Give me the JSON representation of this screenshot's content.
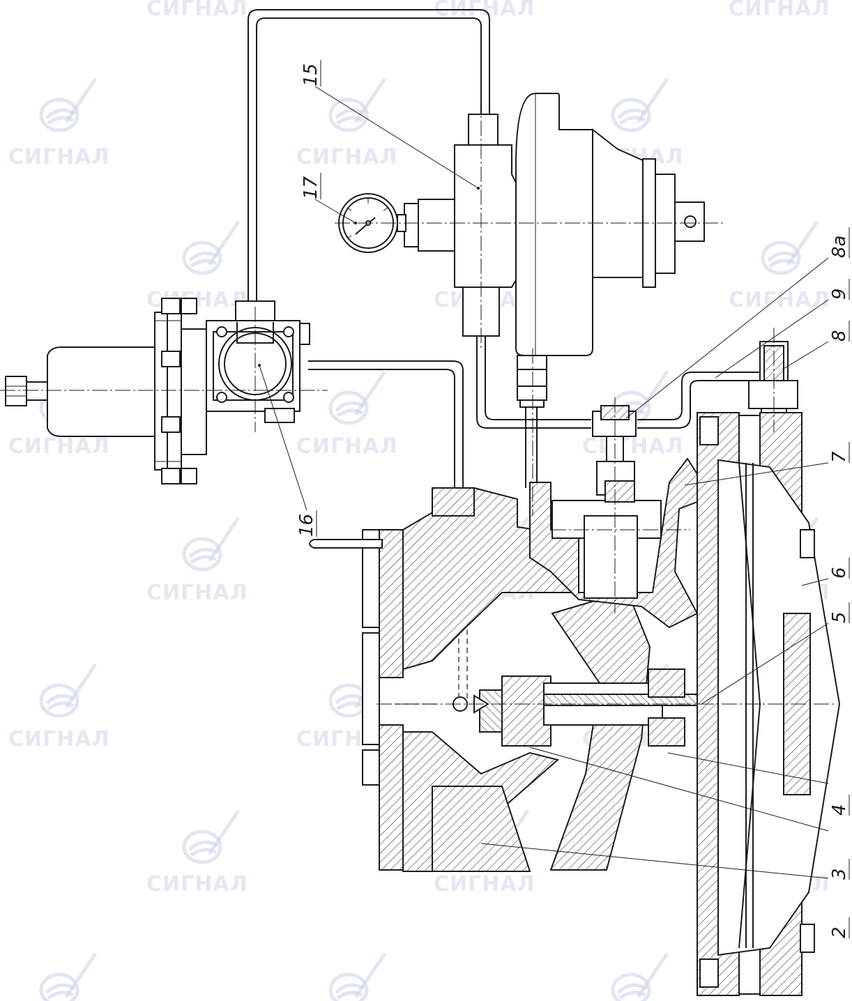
{
  "watermark": {
    "text": "СИГНАЛ",
    "color": "#cfd6ea"
  },
  "callouts": [
    {
      "id": "c15",
      "label": "15"
    },
    {
      "id": "c17",
      "label": "17"
    },
    {
      "id": "c16",
      "label": "16"
    },
    {
      "id": "c8a",
      "label": "8а"
    },
    {
      "id": "c9",
      "label": "9"
    },
    {
      "id": "c8",
      "label": "8"
    },
    {
      "id": "c7",
      "label": "7"
    },
    {
      "id": "c6",
      "label": "6"
    },
    {
      "id": "c5",
      "label": "5"
    },
    {
      "id": "c4",
      "label": "4"
    },
    {
      "id": "c3",
      "label": "3"
    },
    {
      "id": "c2",
      "label": "2"
    }
  ],
  "colors": {
    "line": "#1a1a1a",
    "background": "#ffffff"
  }
}
